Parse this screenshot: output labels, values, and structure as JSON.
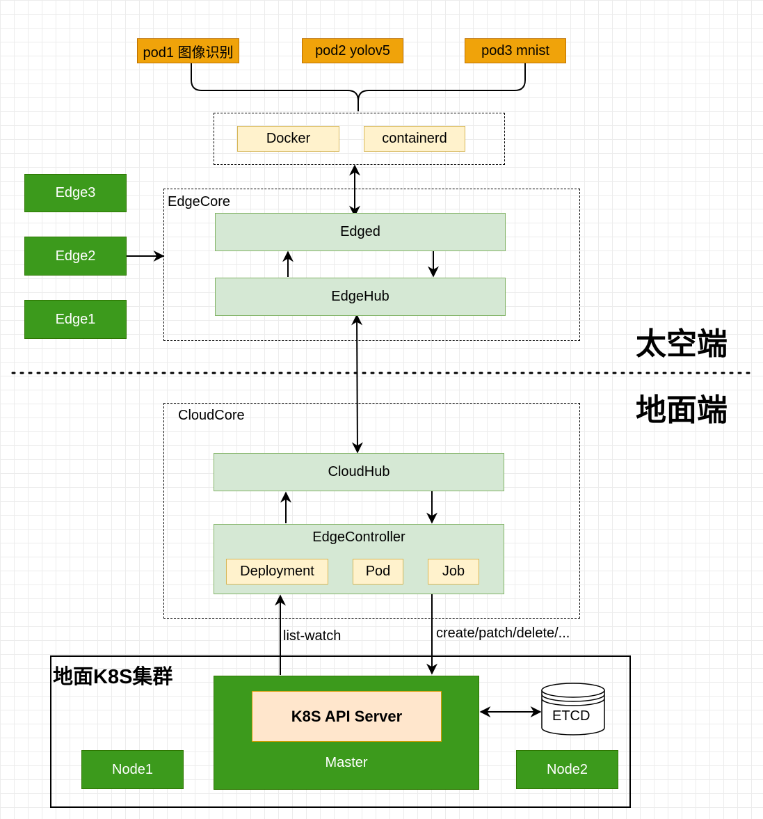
{
  "pods": [
    "pod1 图像识别",
    "pod2 yolov5",
    "pod3 mnist"
  ],
  "runtimes": [
    "Docker",
    "containerd"
  ],
  "edge_core": {
    "label": "EdgeCore",
    "edged": "Edged",
    "edgehub": "EdgeHub"
  },
  "edge_nodes": [
    "Edge3",
    "Edge2",
    "Edge1"
  ],
  "zones": {
    "space": "太空端",
    "ground": "地面端"
  },
  "cloud_core": {
    "label": "CloudCore",
    "cloudhub": "CloudHub",
    "edgecontroller": "EdgeController",
    "resources": [
      "Deployment",
      "Pod",
      "Job"
    ]
  },
  "flows": {
    "list_watch": "list-watch",
    "create_patch": "create/patch/delete/..."
  },
  "cluster": {
    "title": "地面K8S集群",
    "api_server": "K8S API Server",
    "master": "Master",
    "etcd": "ETCD",
    "nodes": [
      "Node1",
      "Node2"
    ]
  },
  "colors": {
    "pod_fill": "#f0a30a",
    "runtime_fill": "#fff2cc",
    "module_fill": "#d5e8d4",
    "edge_fill": "#3c9a1c",
    "api_fill": "#ffe6cc"
  }
}
